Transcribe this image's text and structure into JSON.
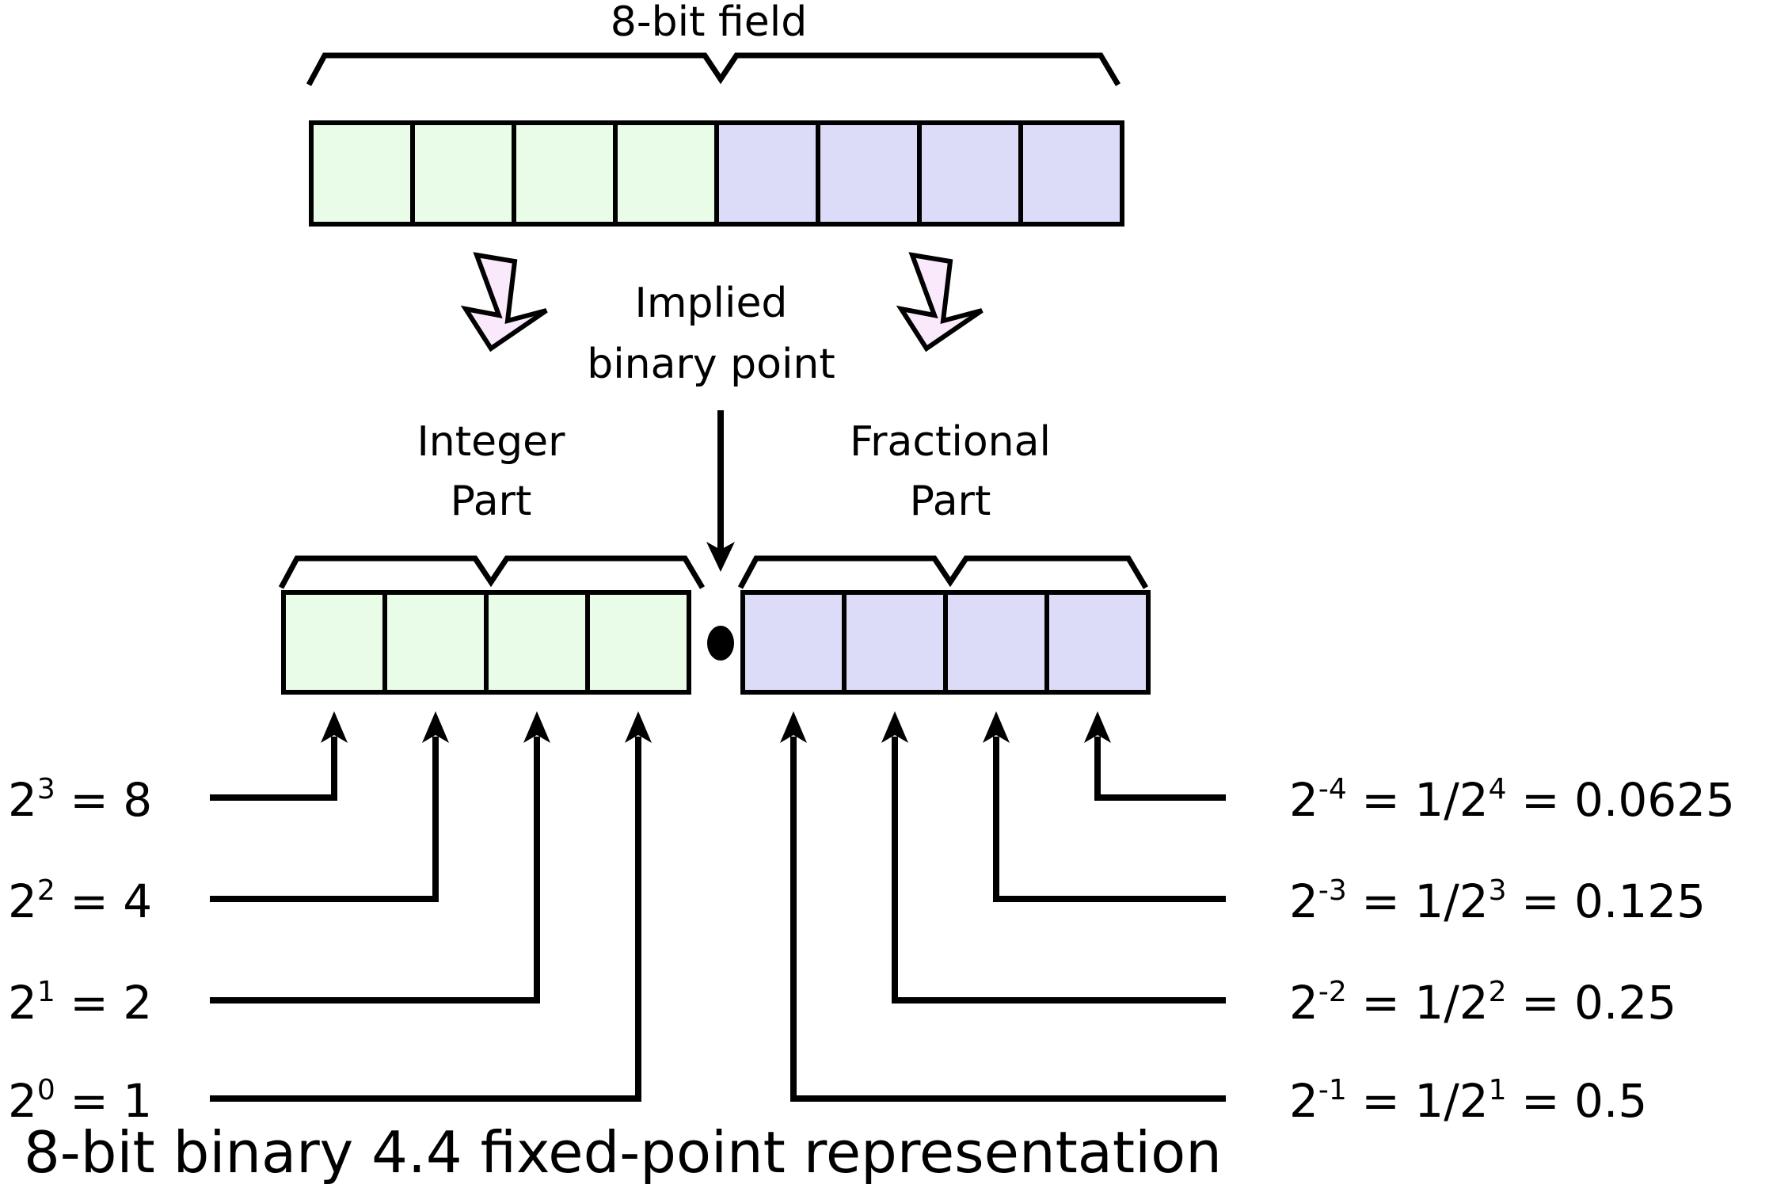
{
  "diagram": {
    "title_top": "8-bit field",
    "implied_label_line1": "Implied",
    "implied_label_line2": "binary point",
    "integer_label_line1": "Integer",
    "integer_label_line2": "Part",
    "fractional_label_line1": "Fractional",
    "fractional_label_line2": "Part",
    "caption": "8-bit binary 4.4 fixed-point representation",
    "colors": {
      "integer_cell": "#e8fce8",
      "fractional_cell": "#dcdcf8",
      "arrow_fill": "#fae9fb",
      "stroke": "#000000",
      "background": "#ffffff"
    },
    "top_field": {
      "total_bits": 8,
      "integer_bits": 4,
      "fractional_bits": 4
    },
    "integer_weights": [
      {
        "base": "2",
        "exp": "3",
        "eq": " = 8",
        "value": 8
      },
      {
        "base": "2",
        "exp": "2",
        "eq": " = 4",
        "value": 4
      },
      {
        "base": "2",
        "exp": "1",
        "eq": " = 2",
        "value": 2
      },
      {
        "base": "2",
        "exp": "0",
        "eq": " = 1",
        "value": 1
      }
    ],
    "fractional_weights": [
      {
        "base": "2",
        "exp": "-4",
        "mid_base": "1/2",
        "mid_exp": "4",
        "eq": " = 0.0625",
        "value": 0.0625
      },
      {
        "base": "2",
        "exp": "-3",
        "mid_base": "1/2",
        "mid_exp": "3",
        "eq": " = 0.125",
        "value": 0.125
      },
      {
        "base": "2",
        "exp": "-2",
        "mid_base": "1/2",
        "mid_exp": "2",
        "eq": " = 0.25",
        "value": 0.25
      },
      {
        "base": "2",
        "exp": "-1",
        "mid_base": "1/2",
        "mid_exp": "1",
        "eq": " = 0.5",
        "value": 0.5
      }
    ],
    "icons": {
      "down_arrow_left": "down-arrow-icon",
      "down_arrow_right": "down-arrow-icon",
      "binary_point": "binary-point-dot-icon"
    }
  }
}
